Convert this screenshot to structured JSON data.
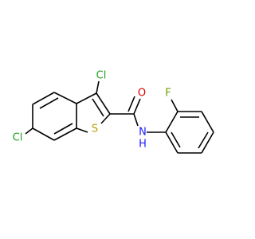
{
  "colors": {
    "bond": "#000000",
    "Cl": "#1fa01f",
    "S": "#b8a000",
    "O": "#e00000",
    "N": "#1a1aff",
    "F": "#70a000"
  },
  "atoms": {
    "cl3": "Cl",
    "cl6": "Cl",
    "s1": "S",
    "o": "O",
    "nh": "N",
    "h": "H",
    "f": "F"
  }
}
